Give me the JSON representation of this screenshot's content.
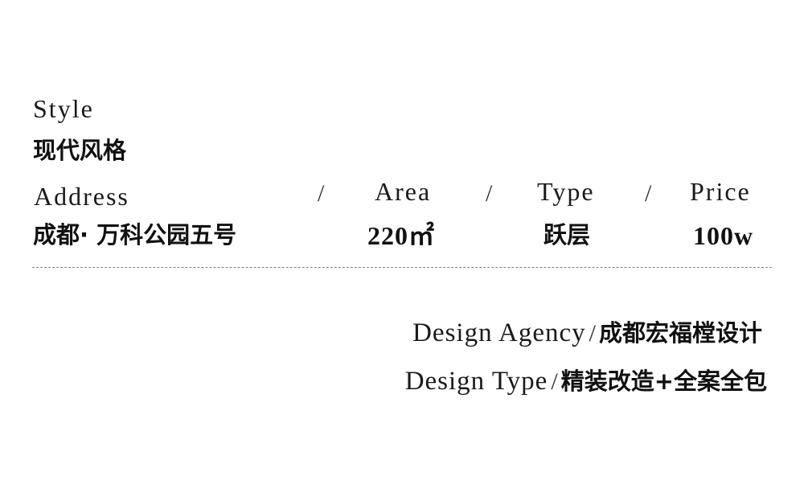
{
  "style": {
    "label": "Style",
    "value": "现代风格"
  },
  "details": [
    {
      "label": "Address",
      "value": "成都· 万科公园五号"
    },
    {
      "label": "Area",
      "value": "220㎡"
    },
    {
      "label": "Type",
      "value": "跃层"
    },
    {
      "label": "Price",
      "value": "100w"
    }
  ],
  "separator": "/",
  "design": [
    {
      "label": "Design Agency",
      "value": "成都宏福樘设计"
    },
    {
      "label": "Design Type",
      "value": "精装改造+全案全包"
    }
  ]
}
